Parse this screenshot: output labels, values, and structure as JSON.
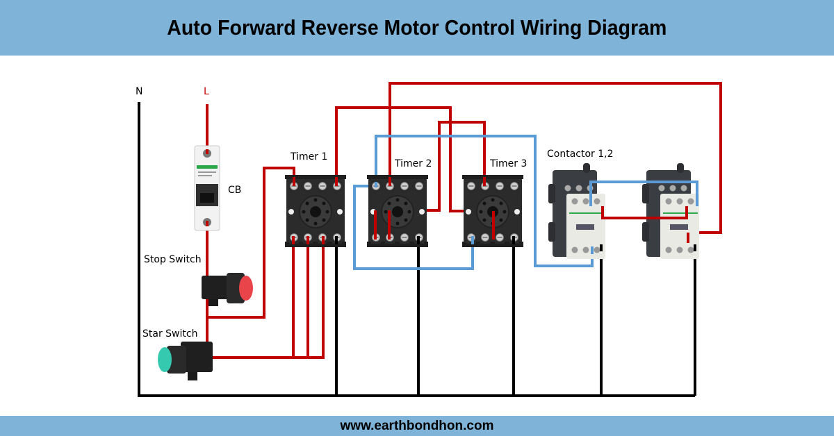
{
  "header": {
    "title": "Auto Forward Reverse Motor Control Wiring Diagram"
  },
  "footer": {
    "website": "www.earthbondhon.com"
  },
  "labels": {
    "neutral": "N",
    "live": "L",
    "circuit_breaker": "CB",
    "stop_switch": "Stop Switch",
    "start_switch": "Star Switch",
    "timer1": "Timer 1",
    "timer2": "Timer 2",
    "timer3": "Timer 3",
    "contactors": "Contactor 1,2"
  },
  "colors": {
    "header_bg": "#7fb4d8",
    "live_wire": "#c00000",
    "neutral_wire": "#000000",
    "control_wire": "#5b9bd5",
    "stop_button": "#e8444a",
    "start_button": "#35c9b0"
  }
}
